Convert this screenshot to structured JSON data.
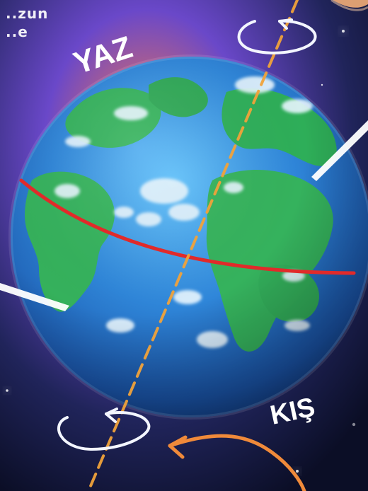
{
  "labels": {
    "summer": "YAZ",
    "winter": "KIŞ"
  },
  "partial_text_top_left": [
    "..zun",
    "..e"
  ],
  "colors": {
    "space_bg": "#0f1230",
    "equator_line": "#e12a2a",
    "axis_dash": "#f0a23a",
    "ocean": "#2f86d9",
    "land": "#3bbf57",
    "clouds": "#e9f7ff",
    "arrow_orange": "#f08a3a",
    "rotation_arrows": "#f3f6ff"
  }
}
